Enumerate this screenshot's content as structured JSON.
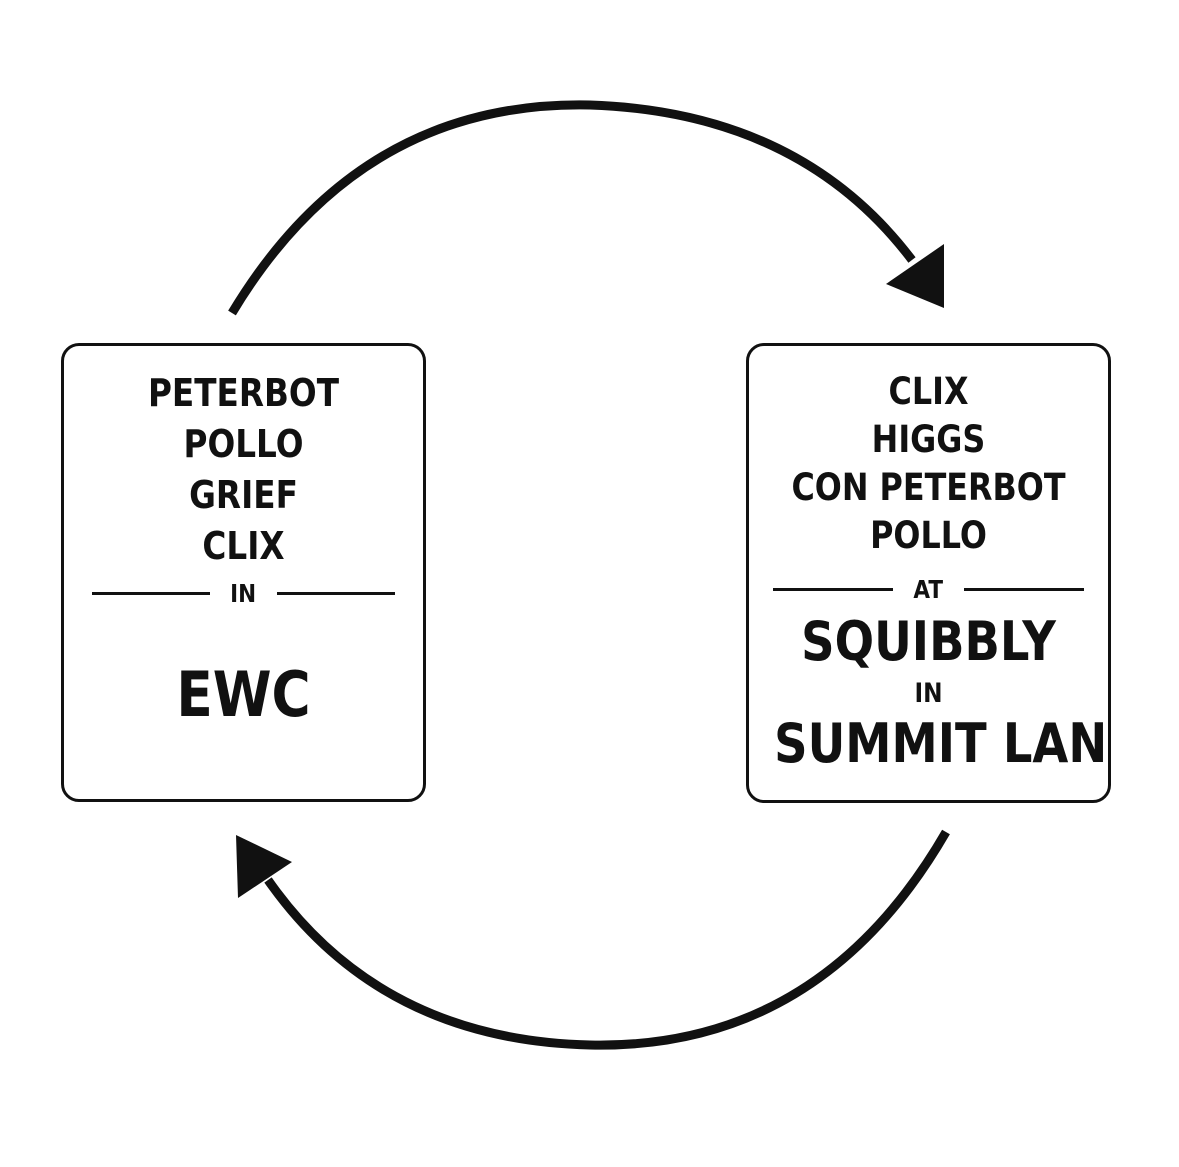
{
  "left_card": {
    "names": [
      "PETERBOT",
      "POLLO",
      "GRIEF",
      "CLIX"
    ],
    "connector": "IN",
    "event": "EWC"
  },
  "right_card": {
    "names": [
      "CLIX",
      "HIGGS",
      "CON PETERBOT",
      "POLLO"
    ],
    "connector": "AT",
    "venue": "SQUIBBLY",
    "connector_2": "IN",
    "event": "SUMMIT LAN"
  },
  "colors": {
    "ink": "#111111",
    "background": "#ffffff"
  },
  "icons": [
    "arrow-top-icon",
    "arrow-bottom-icon"
  ]
}
